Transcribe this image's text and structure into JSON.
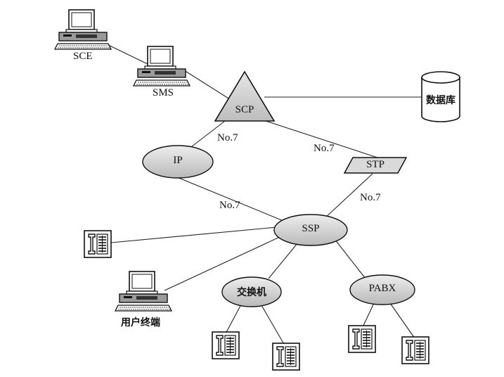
{
  "nodes": {
    "sce": {
      "label": "SCE"
    },
    "sms": {
      "label": "SMS"
    },
    "scp": {
      "label": "SCP"
    },
    "database": {
      "label": "数据库"
    },
    "ip": {
      "label": "IP"
    },
    "stp": {
      "label": "STP"
    },
    "ssp": {
      "label": "SSP"
    },
    "switch": {
      "label": "交换机"
    },
    "pabx": {
      "label": "PABX"
    },
    "user_terminal": {
      "label": "用户终端"
    }
  },
  "links": {
    "scp_ip": {
      "label": "No.7"
    },
    "scp_stp": {
      "label": "No.7"
    },
    "ip_ssp": {
      "label": "No.7"
    },
    "stp_ssp": {
      "label": "No.7"
    }
  },
  "colors": {
    "ellipse_fill": "#d2d2d2",
    "line": "#222222"
  }
}
